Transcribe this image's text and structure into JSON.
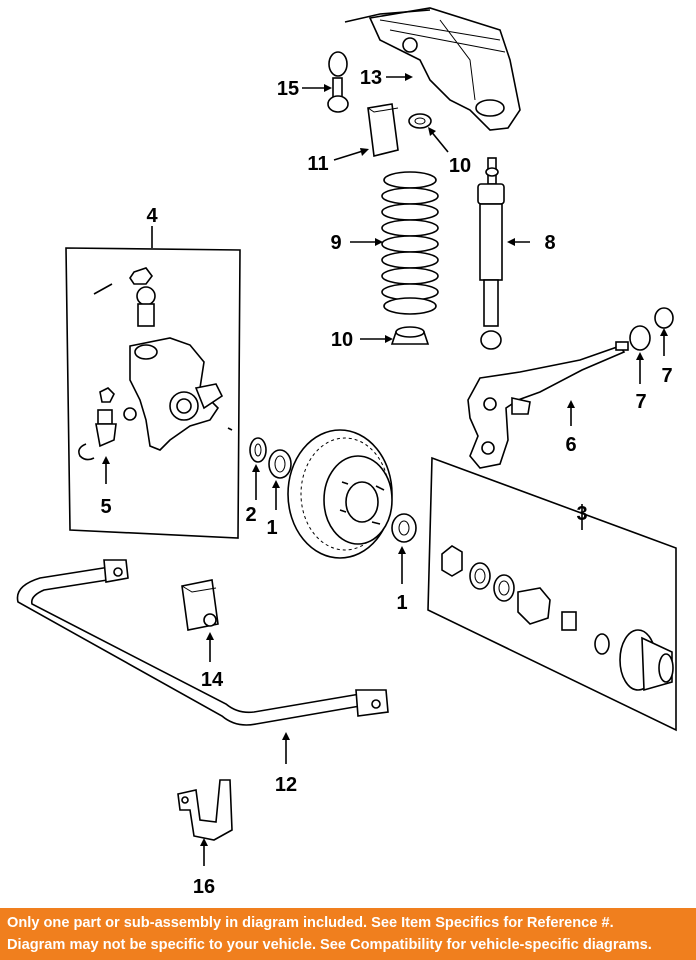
{
  "labels": {
    "p1a": "1",
    "p1b": "1",
    "p2": "2",
    "p3": "3",
    "p4": "4",
    "p5": "5",
    "p6": "6",
    "p7a": "7",
    "p7b": "7",
    "p8": "8",
    "p9": "9",
    "p10a": "10",
    "p10b": "10",
    "p11": "11",
    "p12": "12",
    "p13": "13",
    "p14": "14",
    "p15": "15",
    "p16": "16"
  },
  "footer": {
    "line1": "Only one part or sub-assembly in diagram included. See Item Specifics for Reference #.",
    "line2": "Diagram may not be specific to your vehicle. See Compatibility for vehicle-specific diagrams."
  },
  "colors": {
    "footer_bg": "#f07f1e",
    "footer_text": "#ffffff",
    "line": "#000000"
  }
}
